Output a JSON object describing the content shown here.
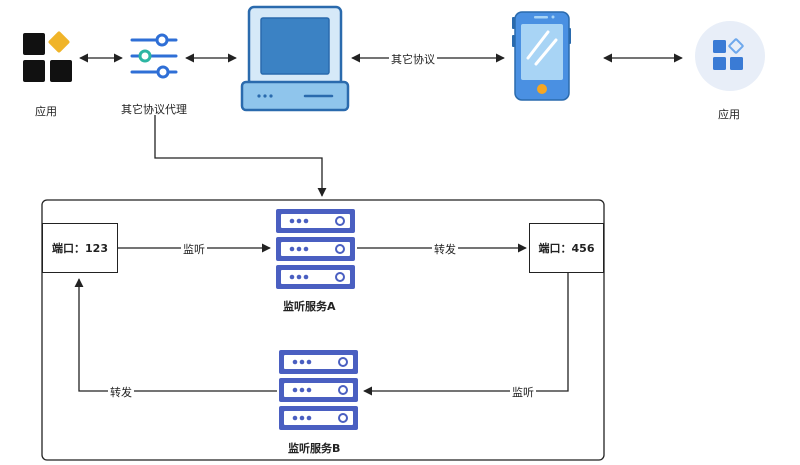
{
  "nodes": {
    "app_left": {
      "label": "应用"
    },
    "proxy": {
      "label": "其它协议代理"
    },
    "app_right": {
      "label": "应用"
    },
    "port_in": {
      "label": "端口：123"
    },
    "port_out": {
      "label": "端口：456"
    },
    "server_a": {
      "label": "监听服务A"
    },
    "server_b": {
      "label": "监听服务B"
    }
  },
  "edges": {
    "pc_phone": "其它协议",
    "port_in_server_a": "监听",
    "server_a_port_out": "转发",
    "port_out_server_b": "监听",
    "server_b_port_in": "转发"
  },
  "colors": {
    "server": "#4a5fc1",
    "pc_blue": "#3b82c4",
    "pc_light": "#8fc5ec",
    "phone_blue": "#4a90e2",
    "app_right_blue": "#3a7bd5",
    "app_left_gold": "#f0b429",
    "proxy_teal": "#2db6a3",
    "proxy_blue": "#2f6fd6"
  }
}
